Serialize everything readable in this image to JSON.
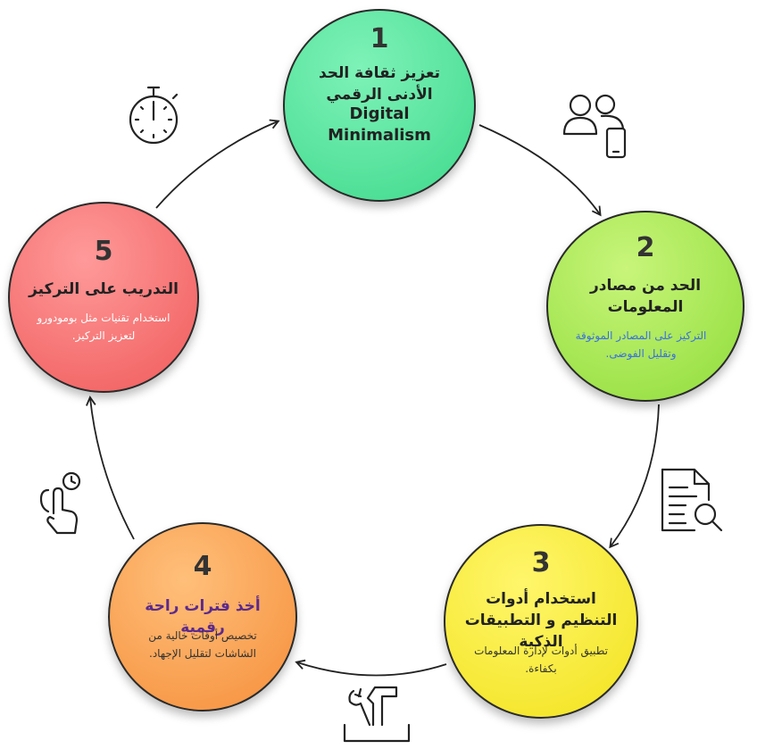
{
  "steps": [
    {
      "number": "1",
      "title": "تعزيز ثقافة الحد الأدنى الرقمي",
      "english_line1": "Digital",
      "english_line2": "Minimalism"
    },
    {
      "number": "2",
      "title": "الحد من مصادر المعلومات",
      "desc": "التركيز على المصادر الموثوقة وتقليل الفوضى."
    },
    {
      "number": "3",
      "title": "استخدام أدوات التنظيم و التطبيقات الذكية",
      "desc": "تطبيق أدوات لإدارة المعلومات بكفاءة."
    },
    {
      "number": "4",
      "title": "أخذ فترات راحة رقمية",
      "desc": "تخصيص أوقات خالية من الشاشات لتقليل الإجهاد."
    },
    {
      "number": "5",
      "title": "التدريب على التركيز",
      "desc": "استخدام تقنيات مثل بومودورو لتعزيز التركيز."
    }
  ],
  "colors": {
    "step1": "#4ee39a",
    "step2": "#a6e550",
    "step3": "#f7ea35",
    "step4": "#f9a355",
    "step5": "#f47575",
    "step2_desc": "#3a6fe0",
    "step4_title": "#5b2a8c"
  },
  "icons": [
    "stopwatch-icon",
    "users-phone-icon",
    "document-search-icon",
    "tools-box-icon",
    "touch-timer-icon"
  ]
}
